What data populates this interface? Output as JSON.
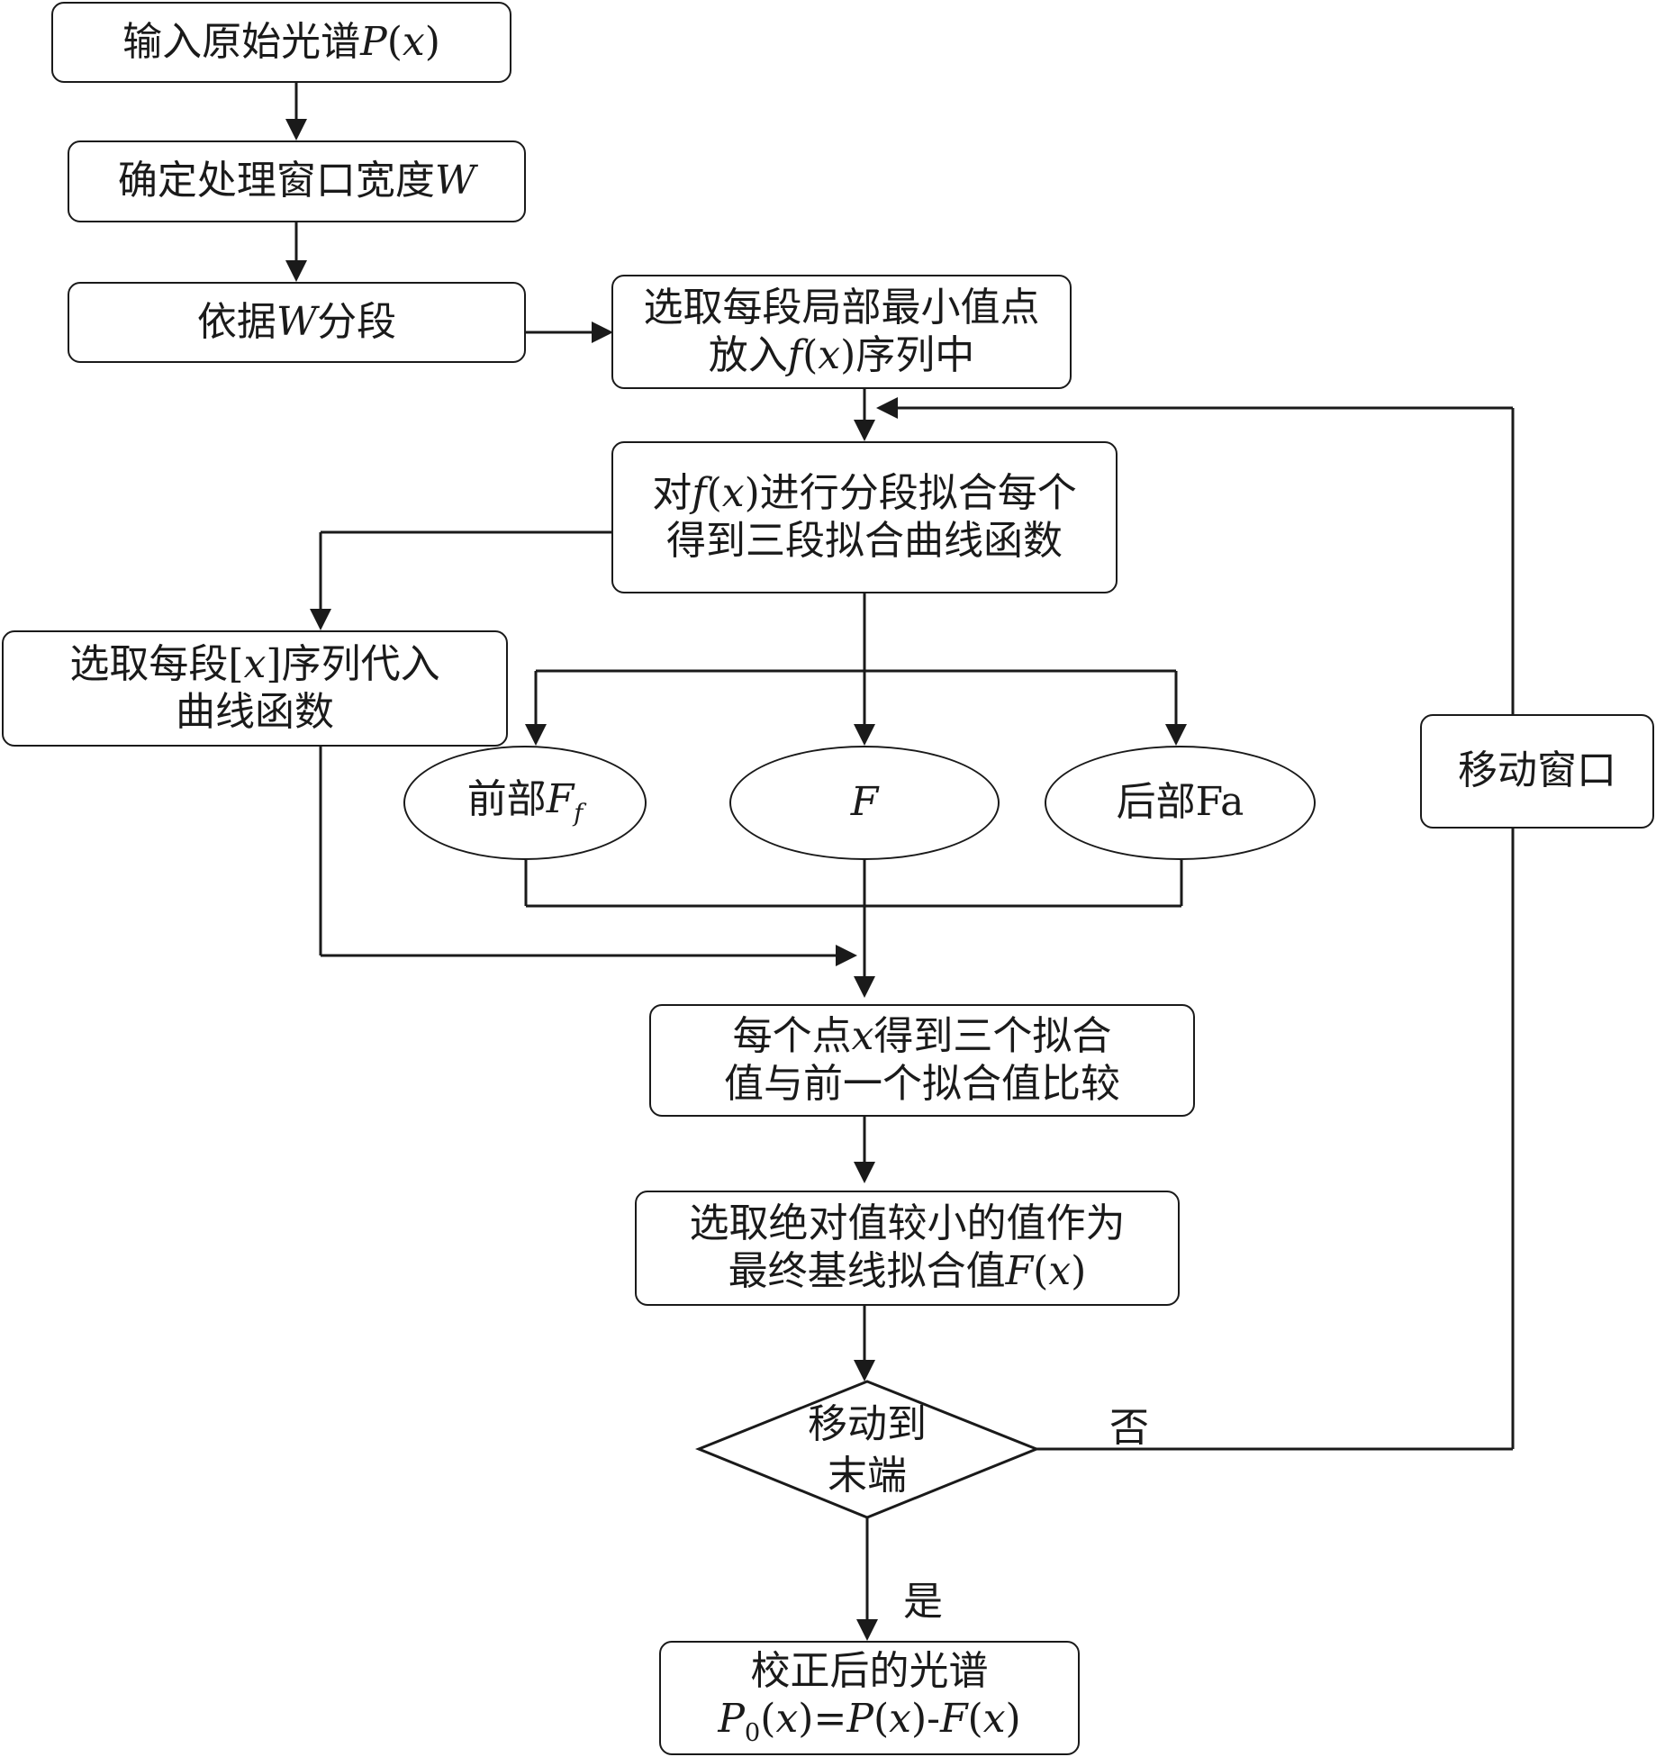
{
  "nodes": {
    "input": {
      "prefix": "输入原始光谱",
      "var": "P",
      "lp": "(",
      "arg": "x",
      "rp": ")"
    },
    "window_width": {
      "prefix": "确定处理窗口宽度",
      "var": "W"
    },
    "segment": {
      "prefix": "依据",
      "var": "W",
      "suffix": "分段"
    },
    "select_min": {
      "line1": "选取每段局部最小值点",
      "prefix": "放入",
      "var": "f",
      "lp": "(",
      "arg": "x",
      "rp": ")",
      "suffix": "序列中"
    },
    "fit": {
      "prefix": "对",
      "var": "f",
      "lp": "(",
      "arg": "x",
      "rp": ")",
      "suffix": "进行分段拟合每个",
      "line2": "得到三段拟合曲线函数"
    },
    "substitute": {
      "prefix": "选取每段[",
      "arg": "x",
      "suffix": "]序列代入",
      "line2": "曲线函数"
    },
    "front": {
      "prefix": "前部",
      "var": "F",
      "sub": "f"
    },
    "middle": {
      "var": "F"
    },
    "back": {
      "text": "后部Fa"
    },
    "compare": {
      "prefix": "每个点",
      "arg": "x",
      "suffix": "得到三个拟合",
      "line2": "值与前一个拟合值比较"
    },
    "select_abs": {
      "line1": "选取绝对值较小的值作为",
      "prefix": "最终基线拟合值",
      "var": "F",
      "lp": "(",
      "arg": "x",
      "rp": ")"
    },
    "move_window": {
      "text": "移动窗口"
    },
    "decision": {
      "line1": "移动到",
      "line2": "末端"
    },
    "output": {
      "line1": "校正后的光谱",
      "p0_var": "P",
      "p0_sub": "0",
      "lp": "(",
      "arg": "x",
      "rp": ")",
      "eq": "=",
      "p_var": "P",
      "minus": "-",
      "f_var": "F"
    }
  },
  "edge_labels": {
    "no": "否",
    "yes": "是"
  }
}
